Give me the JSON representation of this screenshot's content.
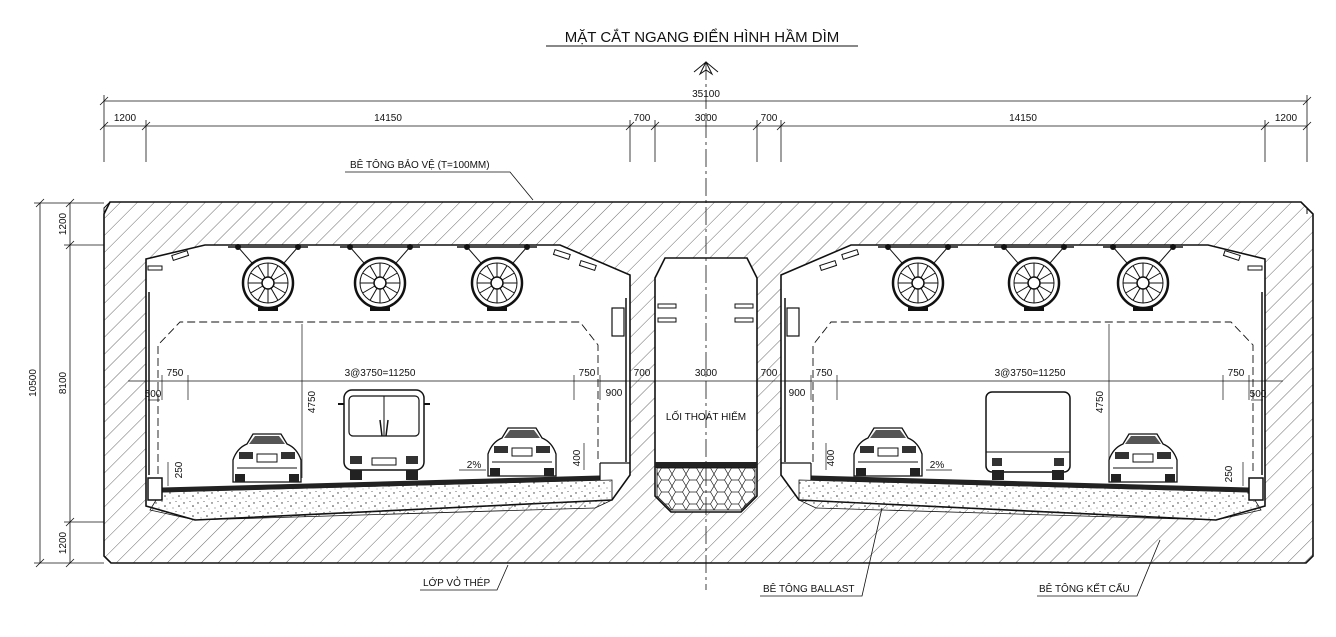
{
  "title": "MẶT CẮT NGANG ĐIỂN HÌNH HẦM DÌM",
  "dimensions": {
    "total_width": "35100",
    "segments": [
      "1200",
      "14150",
      "700",
      "3000",
      "700",
      "14150",
      "1200"
    ],
    "total_height": "10500",
    "heights": [
      "1200",
      "8100",
      "1200"
    ],
    "lane_left": "3@3750=11250",
    "lane_right": "3@3750=11250",
    "edge_750": "750",
    "edge_500": "500",
    "walk_900": "900",
    "wall_700": "700",
    "escape_3000": "3000",
    "clearance_4750": "4750",
    "curb_400": "400",
    "curb_250": "250",
    "slope": "2%"
  },
  "labels": {
    "protective_concrete": "BÊ TÔNG BẢO VỆ (T=100MM)",
    "escape_route": "LỐI THOÁT HIỂM",
    "steel_shell": "LỚP VỎ THÉP",
    "ballast_concrete": "BÊ TÔNG BALLAST",
    "structural_concrete": "BÊ TÔNG KẾT CẤU"
  },
  "colors": {
    "line": "#111111",
    "hatch": "#444444",
    "background": "#ffffff"
  }
}
